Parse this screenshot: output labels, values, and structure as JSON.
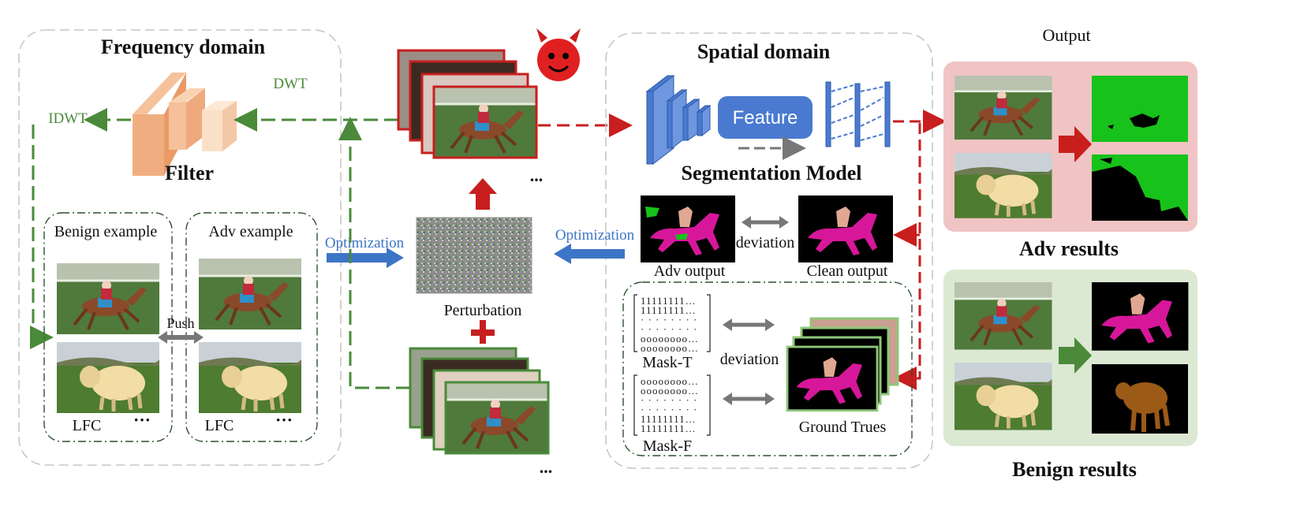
{
  "frequency": {
    "title": "Frequency domain",
    "dwt": "DWT",
    "idwt": "IDWT",
    "filter": "Filter",
    "benign": "Benign example",
    "adv": "Adv example",
    "lfc_left": "LFC",
    "lfc_right": "LFC",
    "dots_left": "···",
    "dots_right": "···",
    "push": "Push"
  },
  "center": {
    "optimization_left": "Optimization",
    "optimization_right": "Optimization",
    "perturbation": "Perturbation",
    "dots_top": "...",
    "dots_bottom": "..."
  },
  "spatial": {
    "title": "Spatial domain",
    "feature": "Feature",
    "segmentation": "Segmentation Model",
    "adv_output": "Adv output",
    "clean_output": "Clean output",
    "deviation_top": "deviation",
    "deviation_bottom": "deviation",
    "mask_t": "Mask-T",
    "mask_f": "Mask-F",
    "ground_trues": "Ground Trues",
    "mask_t_rows": [
      "11111111…",
      "11111111…",
      "· · · · · · · ·",
      "· · · · · · · ·",
      "oooooooo…",
      "oooooooo…"
    ],
    "mask_f_rows": [
      "oooooooo…",
      "oooooooo…",
      "· · · · · · · ·",
      "· · · · · · · ·",
      "11111111…",
      "11111111…"
    ]
  },
  "output": {
    "title": "Output",
    "adv_results": "Adv results",
    "benign_results": "Benign results"
  },
  "colors": {
    "green_arrow": "#4a8a3a",
    "red_arrow": "#c81e1e",
    "blue_arrow": "#3d75c6",
    "adv_panel": "#f0c4c4",
    "benign_panel": "#dbe9d2",
    "seg_green": "#17c21a",
    "horse_magenta": "#d6179a",
    "sheep_brown": "#9c5a17"
  },
  "icons": [
    "devil-icon",
    "horse-photo",
    "sheep-photo",
    "noise-image",
    "segmentation-mask"
  ]
}
